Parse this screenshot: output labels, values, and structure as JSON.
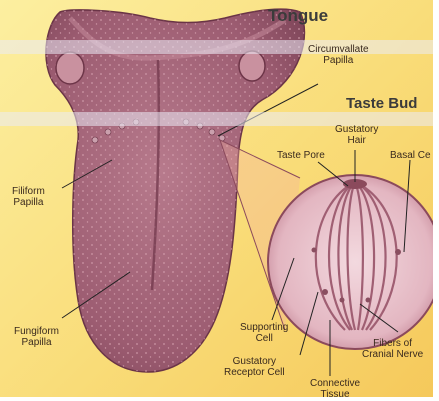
{
  "title": "Tongue",
  "subtitle": "Taste Bud",
  "labels": {
    "circumvallate": [
      "Circumvallate",
      "Papilla"
    ],
    "gustatory_hair": [
      "Gustatory",
      "Hair"
    ],
    "taste_pore": "Taste Pore",
    "basal_cell": "Basal Ce",
    "filiform": [
      "Filiform",
      "Papilla"
    ],
    "fungiform": [
      "Fungiform",
      "Papilla"
    ],
    "supporting_cell": [
      "Supporting",
      "Cell"
    ],
    "gustatory_receptor": [
      "Gustatory",
      "Receptor Cell"
    ],
    "fibers": [
      "Fibers of",
      "Cranial Nerve"
    ],
    "connective": [
      "Connective",
      "Tissue"
    ]
  },
  "colors": {
    "background": "#f9dc78",
    "tongue": "#a8687c",
    "tongue_shadow": "#7d4458",
    "bud_fill": "#e9c3cc",
    "leader": "#222222"
  }
}
